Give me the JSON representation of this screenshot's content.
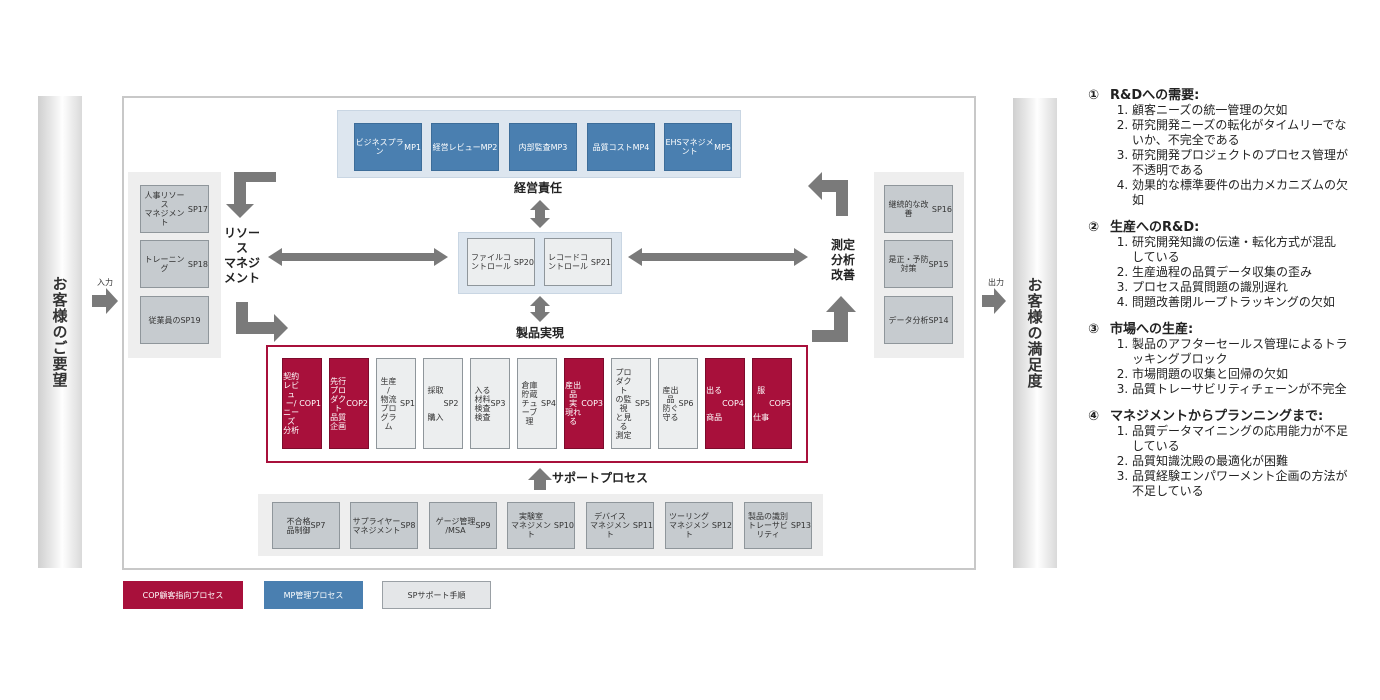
{
  "left_bar": {
    "label": "お客様のご要望"
  },
  "right_bar": {
    "label": "お客様の満足度"
  },
  "io": {
    "input": "入力",
    "output": "出力"
  },
  "mp_boxes": [
    {
      "name": "ビジネスプラン",
      "code": "MP1"
    },
    {
      "name": "経営レビュー",
      "code": "MP2"
    },
    {
      "name": "内部監査",
      "code": "MP3"
    },
    {
      "name": "品質コスト",
      "code": "MP4"
    },
    {
      "name": "EHSマネジメント",
      "code": "MP5"
    }
  ],
  "mgmt_label": "経営責任",
  "resource_label": "リソー\nス\nマネジ\nメント",
  "measure_label": "測定\n分析\n改善",
  "product_label": "製品実現",
  "support_label": "サポートプロセス",
  "left_sp": [
    {
      "name": "人事リソース\nマネジメント",
      "code": "SP17"
    },
    {
      "name": "トレーニング",
      "code": "SP18"
    },
    {
      "name": "従業員の",
      "code": "SP19"
    }
  ],
  "right_sp": [
    {
      "name": "継続的な改善",
      "code": "SP16"
    },
    {
      "name": "是正・予防\n対策",
      "code": "SP15"
    },
    {
      "name": "データ分析",
      "code": "SP14"
    }
  ],
  "center_sp": [
    {
      "name": "ファイルコントロール",
      "code": "SP20"
    },
    {
      "name": "レコードコントロール",
      "code": "SP21"
    }
  ],
  "realization": [
    {
      "name": "契約\nレビュー/\nニーズ\n分析",
      "code": "COP1",
      "kind": "cop"
    },
    {
      "name": "先行\nプロダクト\n品質\n企画",
      "code": "COP2",
      "kind": "cop"
    },
    {
      "name": "生産\n/\n物流\nプログラム",
      "code": "SP1",
      "kind": "sp"
    },
    {
      "name": "採取\n\n\n購入",
      "code": "SP2",
      "kind": "sp"
    },
    {
      "name": "入る\n材料\n検査\n検査",
      "code": "SP3",
      "kind": "sp"
    },
    {
      "name": "倉庫\n貯蔵\nチューブ\n理",
      "code": "SP4",
      "kind": "sp"
    },
    {
      "name": "産出\n品\n実\n現れる",
      "code": "COP3",
      "kind": "cop"
    },
    {
      "name": "プロダクト\nの監視\nと見る\n測定",
      "code": "SP5",
      "kind": "sp"
    },
    {
      "name": "産出\n品\n防ぐ\n守る",
      "code": "SP6",
      "kind": "sp"
    },
    {
      "name": "出る\n\n\n商品",
      "code": "COP4",
      "kind": "cop"
    },
    {
      "name": "服\n\n\n仕事",
      "code": "COP5",
      "kind": "cop"
    }
  ],
  "bottom_sp": [
    {
      "name": "不合格\n品制御",
      "code": "SP7"
    },
    {
      "name": "サプライヤー\nマネジメント",
      "code": "SP8"
    },
    {
      "name": "ゲージ管理\n/MSA",
      "code": "SP9"
    },
    {
      "name": "実験室\nマネジメント",
      "code": "SP10"
    },
    {
      "name": "デバイス\nマネジメント",
      "code": "SP11"
    },
    {
      "name": "ツーリング\nマネジメント",
      "code": "SP12"
    },
    {
      "name": "製品の識別\nトレーサビリティ",
      "code": "SP13"
    }
  ],
  "legend": {
    "cop": "COP顧客指向プロセス",
    "mp": "MP管理プロセス",
    "sp": "SPサポート手順"
  },
  "colors": {
    "cop": "#a8103b",
    "mp": "#4a7fb0",
    "sp": "#c6cbcf",
    "arrow": "#7a7a7a"
  },
  "notes": [
    {
      "num": "①",
      "title": "R&Dへの需要:",
      "items": [
        "顧客ニーズの統一管理の欠如",
        "研究開発ニーズの転化がタイムリーでないか、不完全である",
        "研究開発プロジェクトのプロセス管理が不透明である",
        "効果的な標準要件の出力メカニズムの欠如"
      ]
    },
    {
      "num": "②",
      "title": "生産へのR&D:",
      "items": [
        "研究開発知識の伝達・転化方式が混乱している",
        "生産過程の品質データ収集の歪み",
        "プロセス品質問題の識別遅れ",
        "問題改善閉ループトラッキングの欠如"
      ]
    },
    {
      "num": "③",
      "title": "市場への生産:",
      "items": [
        "製品のアフターセールス管理によるトラッキングブロック",
        "市場問題の収集と回帰の欠如",
        "品質トレーサビリティチェーンが不完全"
      ]
    },
    {
      "num": "④",
      "title": "マネジメントからプランニングまで:",
      "items": [
        "品質データマイニングの応用能力が不足している",
        "品質知識沈殿の最適化が困難",
        "品質経験エンパワーメント企画の方法が不足している"
      ]
    }
  ]
}
